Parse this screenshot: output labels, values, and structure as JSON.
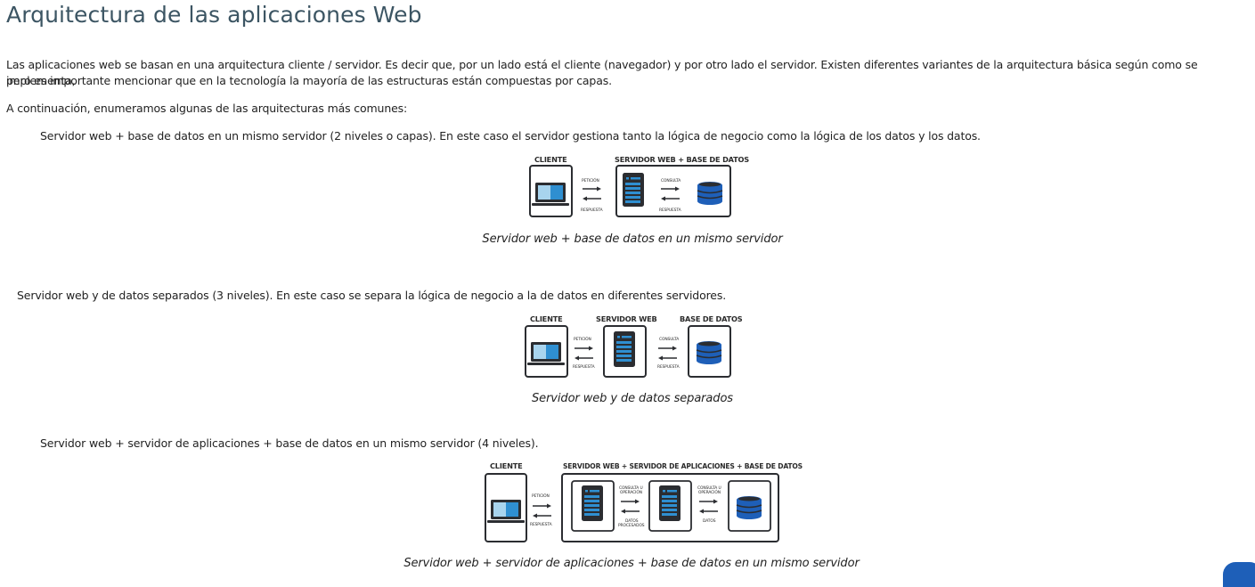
{
  "page": {
    "title": "Arquitectura de las aplicaciones Web",
    "intro_line1": "Las aplicaciones web se basan en una arquitectura cliente / servidor. Es decir que, por un lado está el cliente (navegador) y por otro lado el servidor. Existen diferentes variantes de la arquitectura básica según como se implementa,",
    "intro_line2": "pero es importante mencionar que en la tecnología la mayoría de las estructuras están compuestas por capas.",
    "list_intro": "A continuación, enumeramos algunas de las arquitecturas más comunes:"
  },
  "sections": [
    {
      "text": "Servidor web + base de datos en un mismo servidor (2 niveles o capas). En este caso el servidor gestiona tanto la lógica de negocio como la lógica de los datos y los datos.",
      "caption": "Servidor web + base de datos en un mismo servidor",
      "labels": {
        "client": "CLIENTE",
        "group": "SERVIDOR WEB + BASE DE DATOS",
        "req": "PETICIÓN",
        "res": "RESPUESTA",
        "q": "CONSULTA",
        "qres": "RESPUESTA"
      }
    },
    {
      "text": "Servidor web y de datos separados (3 niveles). En este caso se separa la lógica de negocio a la de datos en diferentes servidores.",
      "caption": "Servidor web y de datos separados",
      "labels": {
        "client": "CLIENTE",
        "web": "SERVIDOR WEB",
        "db": "BASE DE DATOS",
        "req": "PETICIÓN",
        "res": "RESPUESTA",
        "q": "CONSULTA",
        "qres": "RESPUESTA"
      }
    },
    {
      "text": "Servidor web + servidor de aplicaciones + base de datos en un mismo servidor (4 niveles).",
      "caption": "Servidor web + servidor de aplicaciones + base de datos en un mismo servidor",
      "labels": {
        "client": "CLIENTE",
        "group": "SERVIDOR WEB + SERVIDOR DE APLICACIONES + BASE DE DATOS",
        "req": "PETICIÓN",
        "res": "RESPUESTA",
        "op1a": "CONSULTA U",
        "op1b": "OPERACIÓN",
        "dp1": "DATOS",
        "dp2": "PROCESADOS",
        "op2a": "CONSULTA U",
        "op2b": "OPERACIÓN",
        "d": "DATOS"
      }
    }
  ],
  "colors": {
    "title": "#3c5563",
    "accent_blue": "#1e5fb8",
    "screen_light": "#a8d4ee",
    "screen_blue": "#2f8fd1",
    "dark": "#2b2d31"
  }
}
